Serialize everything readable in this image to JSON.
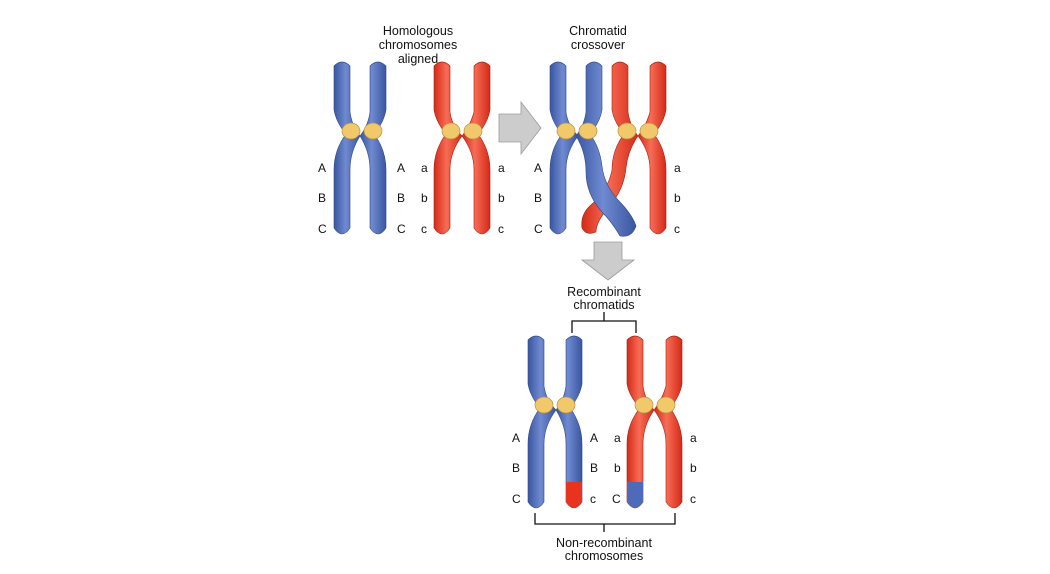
{
  "panels": {
    "aligned": {
      "title_line1": "Homologous",
      "title_line2": "chromosomes",
      "title_line3": "aligned"
    },
    "crossover": {
      "title_line1": "Chromatid",
      "title_line2": "crossover"
    },
    "result": {
      "recombinant_line1": "Recombinant",
      "recombinant_line2": "chromatids",
      "nonrecombinant_line1": "Non-recombinant",
      "nonrecombinant_line2": "chromosomes"
    }
  },
  "loci": {
    "dominant": [
      "A",
      "B",
      "C"
    ],
    "recessive": [
      "a",
      "b",
      "c"
    ]
  },
  "colors": {
    "blue_chromatid": "#4d6bb8",
    "red_chromatid": "#e8331f",
    "centromere": "#f1c96a",
    "arrow": "#cccccc"
  }
}
